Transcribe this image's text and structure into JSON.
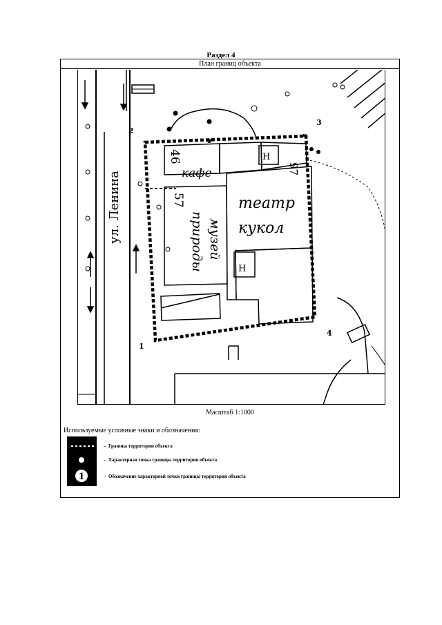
{
  "header": {
    "section": "Раздел 4",
    "plan_caption": "План границ объекта"
  },
  "map": {
    "street_label": "ул. Ленина",
    "building_numbers": [
      "46",
      "57",
      "97"
    ],
    "point_numbers": [
      "1",
      "2",
      "3",
      "4"
    ],
    "cafe_label": "кафе",
    "theater_label_line1": "театр",
    "theater_label_line2": "кукол",
    "museum_label_line1": "музей",
    "museum_label_line2": "природы",
    "nonresidential_mark": "Н"
  },
  "scale": "Масштаб 1:1000",
  "legend": {
    "title": "Используемые условные знаки и обозначения:",
    "items": [
      {
        "icon": "dotted-boundary-icon",
        "text": "Граница территории объекта"
      },
      {
        "icon": "boundary-point-icon",
        "text": "Характерная точка границы территории объекта"
      },
      {
        "icon": "numbered-point-icon",
        "symbol": "1",
        "text": "Обозначение характерной точки границы территории объекта"
      }
    ]
  }
}
